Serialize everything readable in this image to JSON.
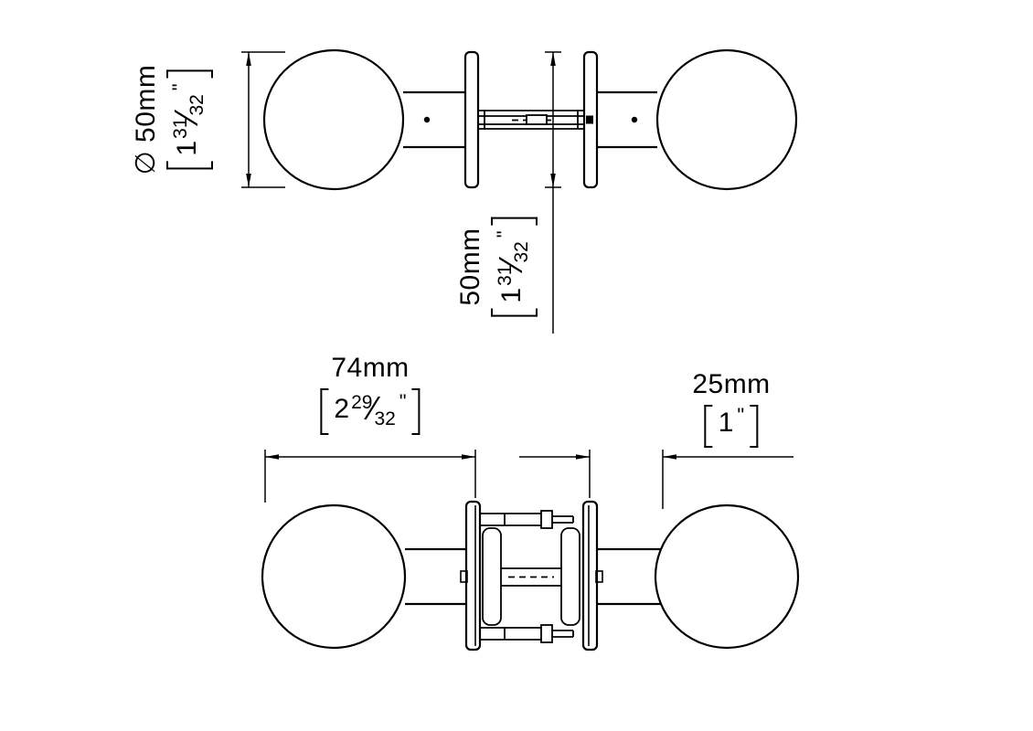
{
  "symbols": {
    "fraction_slash": "⁄"
  },
  "labels": {
    "knob_diameter": {
      "metric": "∅ 50mm",
      "imp_whole": "1",
      "imp_num": "31",
      "imp_den": "32",
      "inch": "\""
    },
    "rosette_diameter": {
      "metric": "50mm",
      "imp_whole": "1",
      "imp_num": "31",
      "imp_den": "32",
      "inch": "\""
    },
    "grip_length": {
      "metric": "74mm",
      "imp_whole": "2",
      "imp_num": "29",
      "imp_den": "32",
      "inch": "\""
    },
    "neck_length": {
      "metric": "25mm",
      "imp_whole": "1",
      "inch": "\""
    }
  }
}
